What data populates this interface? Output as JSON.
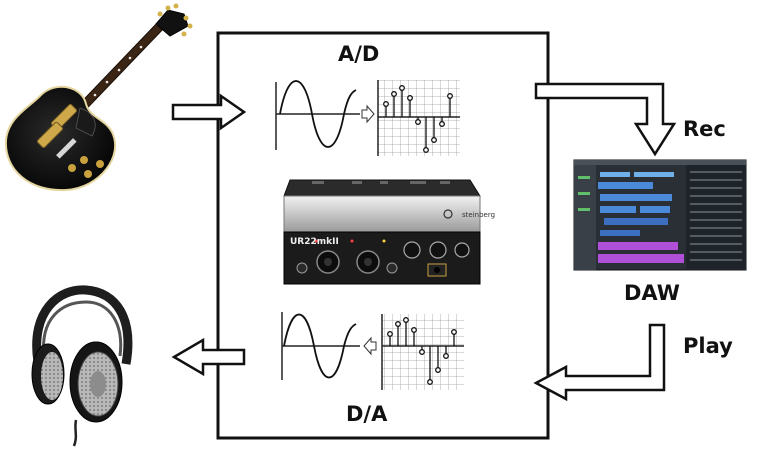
{
  "labels": {
    "ad": "A/D",
    "da": "D/A",
    "rec": "Rec",
    "daw": "DAW",
    "play": "Play"
  },
  "device": {
    "brand": "steinberg",
    "model": "UR22mkII"
  },
  "icons": {
    "input": "electric-guitar-icon",
    "output": "headphones-icon",
    "daw": "daw-screenshot-icon",
    "interface": "audio-interface-icon"
  }
}
